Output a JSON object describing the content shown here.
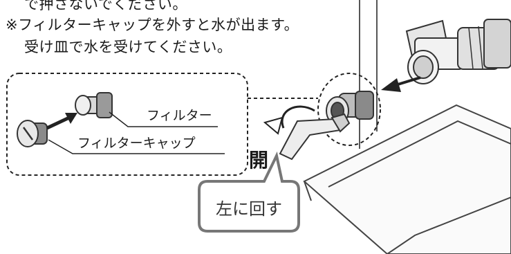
{
  "notes": {
    "line0": "で押さないでください。",
    "line1": "※フィルターキャップを外すと水が出ます。",
    "line2": "受け皿で水を受けてください。"
  },
  "callouts": {
    "filter": "フィルター",
    "filter_cap": "フィルターキャップ"
  },
  "open_label": "開",
  "bubble_text": "左に回す",
  "colors": {
    "outline": "#333333",
    "arrow": "#222222",
    "bubble_border": "#777777",
    "metal_light": "#e6e6e6",
    "metal_mid": "#bdbdbd",
    "dark_part": "#555555"
  }
}
